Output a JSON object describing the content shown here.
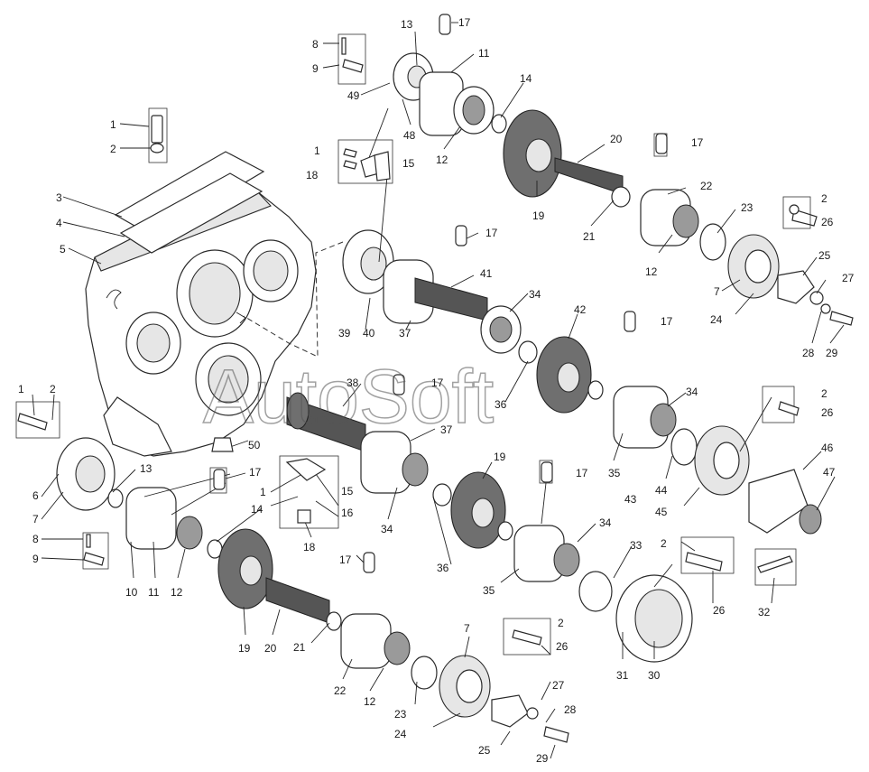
{
  "watermark": "AutoSoft",
  "labels": {
    "l1a": "1",
    "l2a": "2",
    "l3": "3",
    "l4": "4",
    "l5": "5",
    "l8a": "8",
    "l9a": "9",
    "l13a": "13",
    "l17a": "17",
    "l11a": "11",
    "l49": "49",
    "l48": "48",
    "l14a": "14",
    "l12a": "12",
    "l1b": "1",
    "l18a": "18",
    "l15a": "15",
    "l20a": "20",
    "l17b": "17",
    "l19a": "19",
    "l21a": "21",
    "l22a": "22",
    "l12b": "12",
    "l23a": "23",
    "l2b": "2",
    "l26a": "26",
    "l25a": "25",
    "l27a": "27",
    "l7a": "7",
    "l24a": "24",
    "l28a": "28",
    "l29a": "29",
    "l17c": "17",
    "l41": "41",
    "l34a": "34",
    "l39": "39",
    "l40": "40",
    "l37a": "37",
    "l42": "42",
    "l17d": "17",
    "l38": "38",
    "l17e": "17",
    "l37b": "37",
    "l36a": "36",
    "l35a": "35",
    "l34b": "34",
    "l1c": "1",
    "l2c": "2",
    "l6": "6",
    "l7b": "7",
    "l13b": "13",
    "l8b": "8",
    "l9b": "9",
    "l50": "50",
    "l17f": "17",
    "l10": "10",
    "l11b": "11",
    "l12c": "12",
    "l14b": "14",
    "l1d": "1",
    "l15b": "15",
    "l16": "16",
    "l18b": "18",
    "l34c": "34",
    "l19b": "19",
    "l36b": "36",
    "l17g": "17",
    "l35b": "35",
    "l34d": "34",
    "l33": "33",
    "l2d": "2",
    "l26b": "26",
    "l44": "44",
    "l43": "43",
    "l45": "45",
    "l46": "46",
    "l47": "47",
    "l32": "32",
    "l2e": "2",
    "l26c": "26",
    "l31": "31",
    "l30": "30",
    "l17h": "17",
    "l19c": "19",
    "l20b": "20",
    "l21b": "21",
    "l22b": "22",
    "l12d": "12",
    "l7c": "7",
    "l2f": "2",
    "l26d": "26",
    "l23b": "23",
    "l24b": "24",
    "l27b": "27",
    "l28b": "28",
    "l25b": "25",
    "l29b": "29"
  }
}
